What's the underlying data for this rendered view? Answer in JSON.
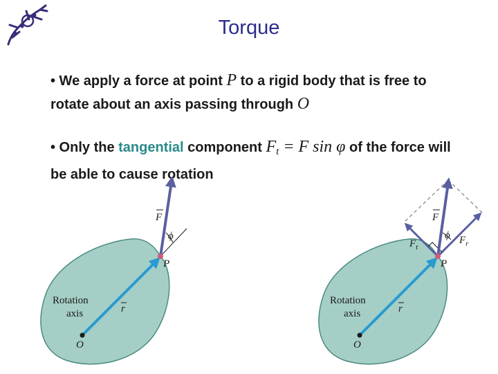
{
  "title": "Torque",
  "bullet1": {
    "prefix": "• We apply a force at point ",
    "point": "P",
    "middle": " to a rigid body that is free to rotate about an axis passing through ",
    "origin": "O"
  },
  "bullet2": {
    "prefix": "• Only the ",
    "highlight": "tangential",
    "middle": " component ",
    "formula_base": "F",
    "formula_sub": "t",
    "formula_rest": " = F sin φ",
    "suffix": " of the force will be able to cause rotation"
  },
  "diagram_left": {
    "force_label": "F",
    "angle_label": "ϕ",
    "point_label": "P",
    "radius_label": "r",
    "axis_label_1": "Rotation",
    "axis_label_2": "axis",
    "origin_label": "O"
  },
  "diagram_right": {
    "force_label": "F",
    "angle_label": "ϕ",
    "tangential_label": "F",
    "tangential_sub": "t",
    "radial_label": "F",
    "radial_sub": "r",
    "point_label": "P",
    "radius_label": "r",
    "axis_label_1": "Rotation",
    "axis_label_2": "axis",
    "origin_label": "O"
  },
  "colors": {
    "title": "#2c2c8c",
    "highlight": "#2b8a8a",
    "body_fill": "#a5cfc6",
    "force_arrow": "#5a5fa0",
    "radius_arrow": "#2a9ad0"
  }
}
